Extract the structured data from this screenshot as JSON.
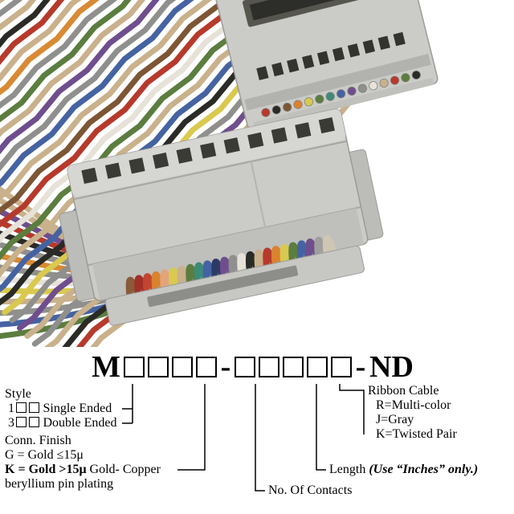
{
  "photo": {
    "description": "Twisted-pair ribbon cable with two gray IDC socket connectors",
    "background": "#ffffff",
    "connector_body": "#cbcbc7",
    "connector_edge": "#9b9b97",
    "wire_colors": [
      "#c9b18c",
      "#8f8f8d",
      "#c9b18c",
      "#2a2a26",
      "#b63a2c",
      "#c9b18c",
      "#d98a33",
      "#8f8f8d",
      "#5b7d3f",
      "#c9b18c",
      "#6f4e8e",
      "#8f8f8d",
      "#4563a2",
      "#c9b18c",
      "#7c5635",
      "#b63a2c",
      "#e6e2d8",
      "#5b7d3f",
      "#c9b18c",
      "#4563a2",
      "#2a2a26",
      "#d9c94f",
      "#8f8f8d",
      "#6f4e8e"
    ],
    "loop_colors": [
      "#8a5a3a",
      "#a03028",
      "#c2452f",
      "#d9822f",
      "#e2a47c",
      "#d9c94f",
      "#c9b18c",
      "#5b7d3f",
      "#3d8a78",
      "#4563a2",
      "#2c3a66",
      "#6f4e8e",
      "#8f8f8d",
      "#e6e2d8",
      "#2a2a26",
      "#c9b18c",
      "#b63a2c",
      "#d9822f",
      "#d9c94f",
      "#5b7d3f",
      "#4563a2",
      "#6f4e8e",
      "#9f9f9d",
      "#cfc6b4"
    ],
    "dot_colors": [
      "#b63a2c",
      "#2a2a26",
      "#7c5635",
      "#d9822f",
      "#d9c94f",
      "#5b7d3f",
      "#3d8a78",
      "#4563a2",
      "#6f4e8e",
      "#8f8f8d",
      "#e6e2d8",
      "#c9b18c",
      "#b63a2c",
      "#5b7d3f",
      "#2a2a26"
    ]
  },
  "part_number": {
    "prefix": "M",
    "separator1": "-",
    "separator2": "-",
    "suffix": "ND",
    "group1_boxes": 4,
    "group2_boxes": 5
  },
  "callouts": {
    "style": {
      "title": "Style",
      "option1_code": "1",
      "option1_label": "Single Ended",
      "option2_code": "3",
      "option2_label": "Double Ended"
    },
    "conn_finish": {
      "title": "Conn. Finish",
      "line1": "G = Gold ≤15μ",
      "line2_bold": "K = Gold >15μ",
      "line2_tail": " Gold- Copper",
      "line3": "beryllium pin plating"
    },
    "ribbon_cable": {
      "title": "Ribbon Cable",
      "option1": "R=Multi-color",
      "option2": "J=Gray",
      "option3": "K=Twisted Pair"
    },
    "length": {
      "label": "Length ",
      "note": "(Use “Inches” only.)"
    },
    "contacts": {
      "label": "No. Of Contacts"
    }
  }
}
